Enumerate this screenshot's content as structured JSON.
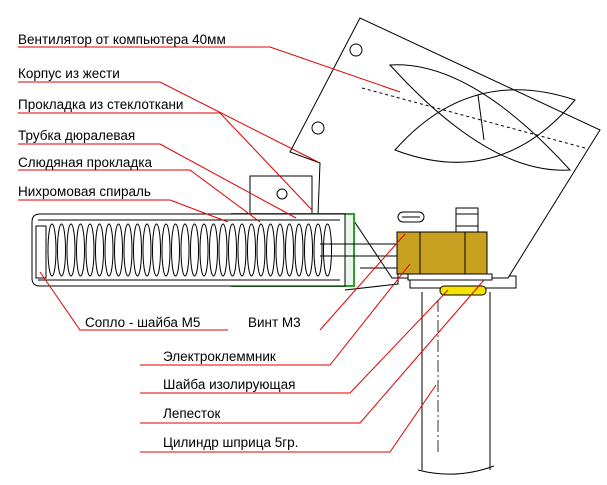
{
  "labels": {
    "fan": "Вентилятор от компьютера 40мм",
    "housing": "Корпус из жести",
    "fiberglass_gasket": "Прокладка из стеклоткани",
    "duralumin_tube": "Трубка дюралевая",
    "mica_gasket": "Слюдяная прокладка",
    "nichrome_coil": "Нихромовая спираль",
    "nozzle_washer": "Сопло - шайба М5",
    "screw": "Винт М3",
    "terminal_block": "Электроклеммник",
    "insulating_washer": "Шайба изолирующая",
    "petal": "Лепесток",
    "syringe_cylinder": "Цилиндр  шприца 5гр."
  },
  "colors": {
    "leader": "#e00000",
    "mica": "#2f9e2f",
    "terminal": "#c8a020",
    "washer": "#f5e400"
  }
}
